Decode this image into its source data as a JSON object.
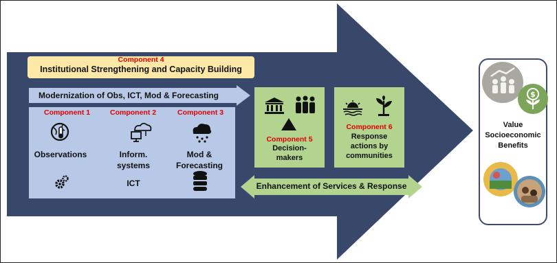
{
  "components": {
    "c4": {
      "label": "Component 4",
      "title": "Institutional Strengthening and Capacity Building"
    },
    "modernization": "Modernization of Obs, ICT, Mod & Forecasting",
    "c1": {
      "label": "Component 1",
      "title": "Observations"
    },
    "c2": {
      "label": "Component 2",
      "title_line1": "Inform.",
      "title_line2": "systems",
      "sub": "ICT"
    },
    "c3": {
      "label": "Component 3",
      "title_line1": "Mod &",
      "title_line2": "Forecasting"
    },
    "c5": {
      "label": "Component 5",
      "title_line1": "Decision-",
      "title_line2": "makers"
    },
    "c6": {
      "label": "Component 6",
      "title_line1": "Response",
      "title_line2": "actions by",
      "title_line3": "communities"
    },
    "enhancement": "Enhancement of Services & Response"
  },
  "value_box": {
    "line1": "Value",
    "line2": "Socioeconomic",
    "line3": "Benefits"
  },
  "colors": {
    "arrow": "#38486a",
    "blue_panel": "#b8c9e8",
    "green": "#b2d48e",
    "yellow": "#fde8a8",
    "red": "#e00000"
  },
  "icons": [
    "globe-thermometer-icon",
    "cloud-computer-icon",
    "rain-cloud-icon",
    "gears-icon",
    "database-icon",
    "government-building-icon",
    "people-group-icon",
    "sunrise-water-icon",
    "growing-plant-icon",
    "growth-people-icon",
    "money-plant-icon"
  ]
}
